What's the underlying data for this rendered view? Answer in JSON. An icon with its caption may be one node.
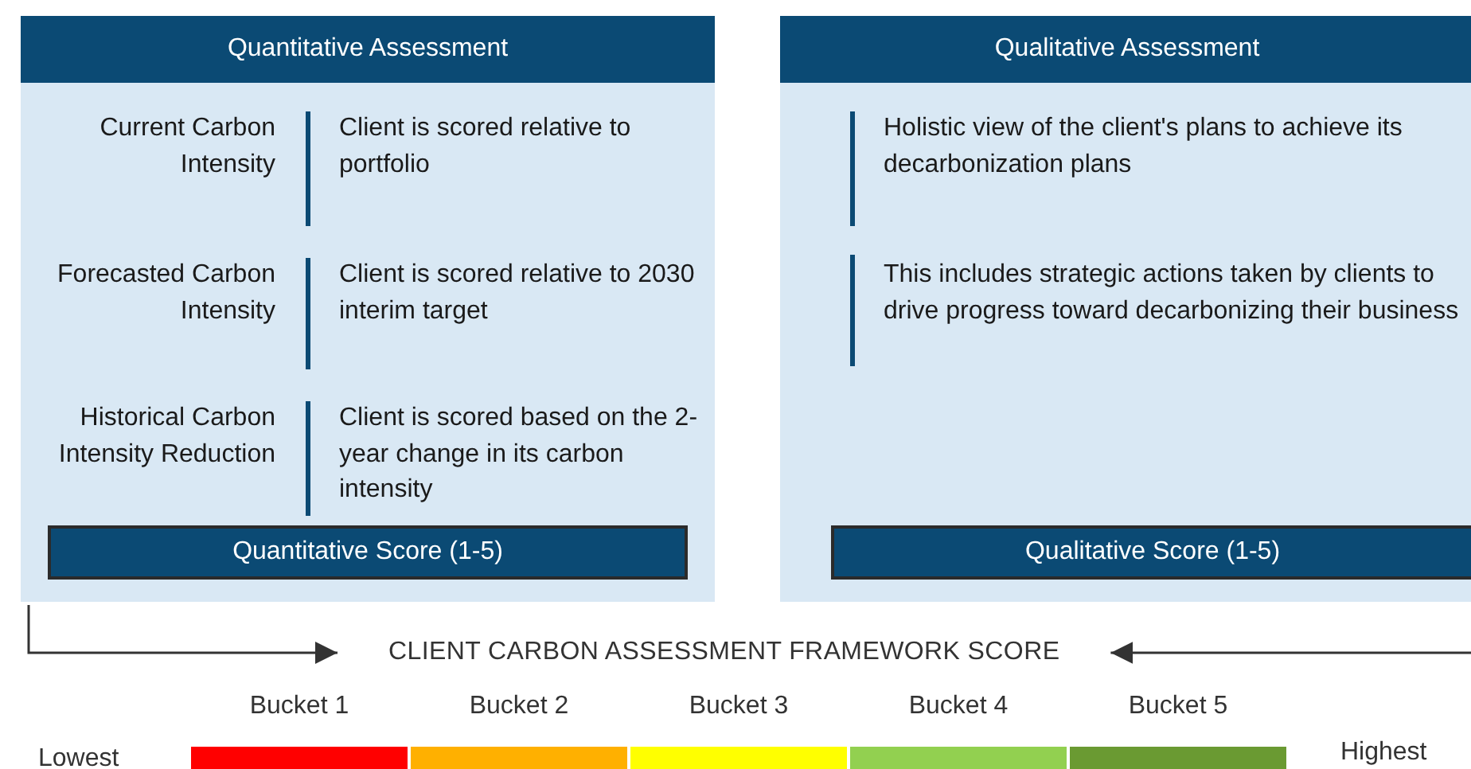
{
  "diagram": {
    "nodes": [
      {
        "text": [
          "Quantitative Assessment"
        ]
      },
      {
        "text": [
          "Quantitative Score (1-5)"
        ],
        "in": 0
      },
      {
        "text": [
          "Qualitative Assessment"
        ]
      },
      {
        "text": [
          "Qualitative Score (1-5)"
        ],
        "in": 2
      },
      {
        "text": [
          "CLIENT CARBON ASSESSMENT FRAMEWORK SCORE"
        ]
      }
    ],
    "edges": [
      {
        "from": 0,
        "to": 4,
        "arrow": "to"
      },
      {
        "from": 2,
        "to": 4,
        "arrow": "to"
      }
    ],
    "labels": [
      "Current Carbon Intensity",
      "Client is scored relative to portfolio",
      "Forecasted Carbon Intensity",
      "Client is scored relative to 2030 interim target",
      "Historical Carbon Intensity Reduction",
      "Client is scored based on the 2-year change in its carbon intensity",
      "Holistic view of the client's plans to achieve its decarbonization plans",
      "This includes strategic actions taken by clients to drive progress toward decarbonizing their business",
      "Lowest",
      "Highest"
    ],
    "legend": [
      {
        "text": "Bucket 1",
        "color": "#ff0000"
      },
      {
        "text": "Bucket 2",
        "color": "#ffb000"
      },
      {
        "text": "Bucket 3",
        "color": "#ffff00"
      },
      {
        "text": "Bucket 4",
        "color": "#92d050"
      },
      {
        "text": "Bucket 5",
        "color": "#6a9a32"
      }
    ]
  }
}
